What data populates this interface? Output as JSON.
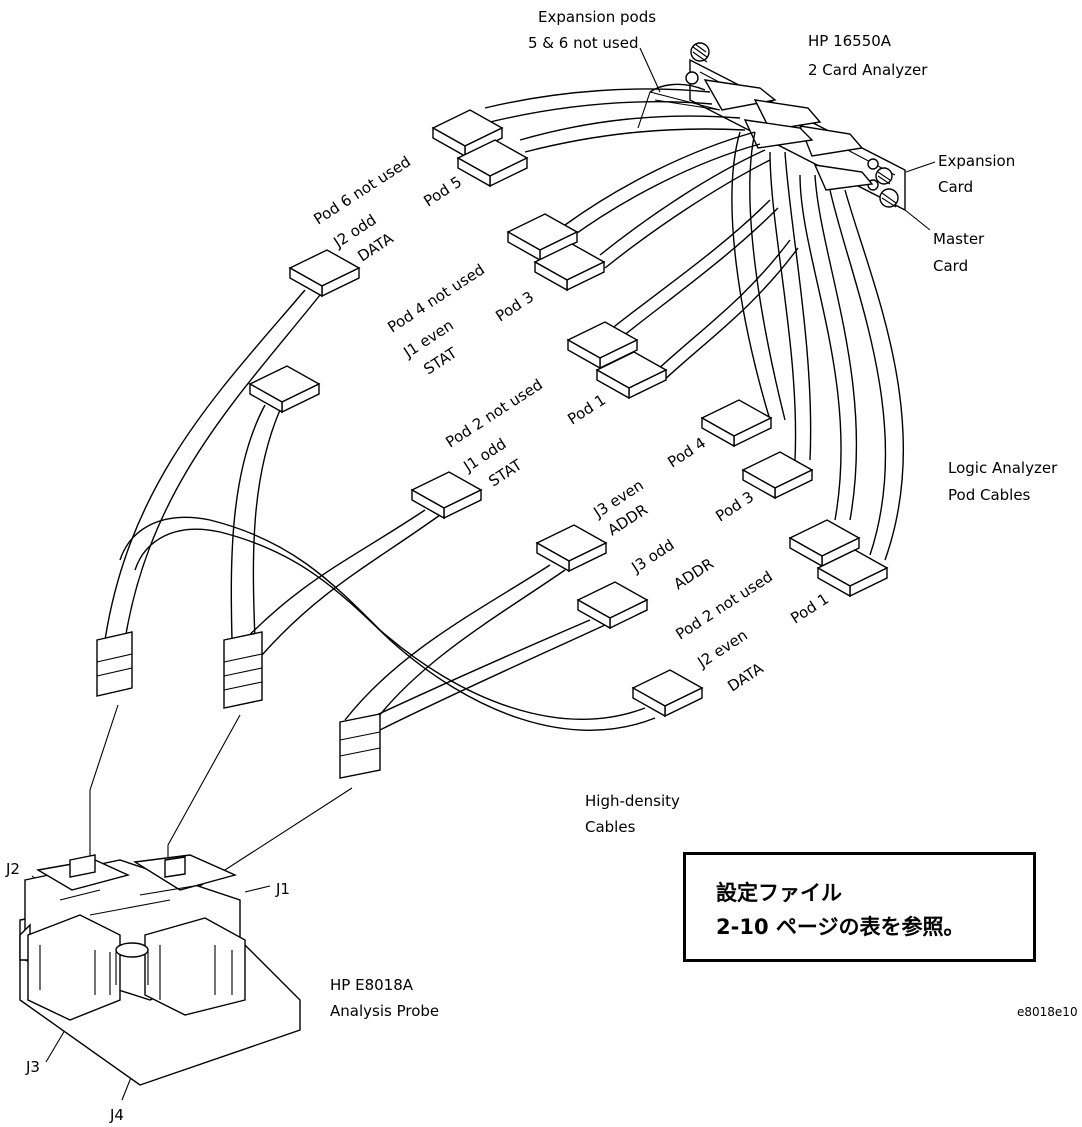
{
  "labels": {
    "expansion_pods": [
      "Expansion pods",
      "5 & 6 not used"
    ],
    "analyzer": [
      "HP 16550A",
      "2 Card Analyzer"
    ],
    "expansion_card": [
      "Expansion",
      "Card"
    ],
    "master_card": [
      "Master",
      "Card"
    ],
    "logic_pod_cables": [
      "Logic Analyzer",
      "Pod Cables"
    ],
    "high_density": [
      "High-density",
      "Cables"
    ],
    "probe": [
      "HP E8018A",
      "Analysis Probe"
    ],
    "figure_id": "e8018e10",
    "jacks": {
      "j1": "J1",
      "j2": "J2",
      "j3": "J3",
      "j4": "J4"
    }
  },
  "pod_labels": {
    "pod6": "Pod 6 not used",
    "pod5": "Pod 5",
    "j2odd": [
      "J2 odd",
      "DATA"
    ],
    "pod4a": "Pod 4 not used",
    "pod3a": "Pod 3",
    "j1even": [
      "J1 even",
      "STAT"
    ],
    "pod2a": "Pod 2 not used",
    "pod1a": "Pod 1",
    "j1odd": [
      "J1 odd",
      "STAT"
    ],
    "j3even": [
      "J3 even",
      "ADDR"
    ],
    "pod4b": "Pod 4",
    "j3odd": [
      "J3 odd",
      "ADDR"
    ],
    "pod3b": "Pod 3",
    "pod2b": "Pod 2 not used",
    "j2even": [
      "J2 even",
      "DATA"
    ],
    "pod1b": "Pod 1"
  },
  "callout": {
    "line1": "設定ファイル",
    "line2": "2-10 ページの表を参照。"
  }
}
